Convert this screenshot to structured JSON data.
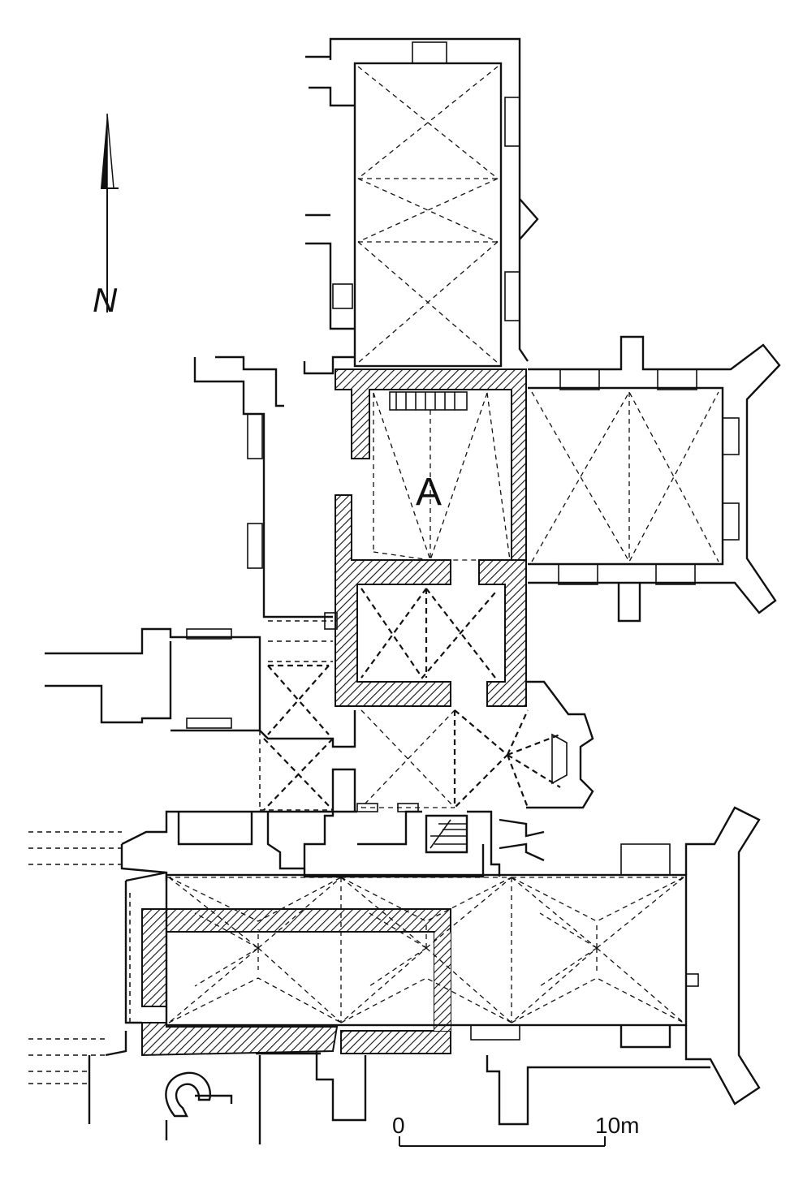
{
  "room_label": "A",
  "north_label": "N",
  "scale": {
    "start_label": "0",
    "end_label": "10m"
  },
  "colors": {
    "ink": "#111111",
    "paper": "#ffffff"
  }
}
